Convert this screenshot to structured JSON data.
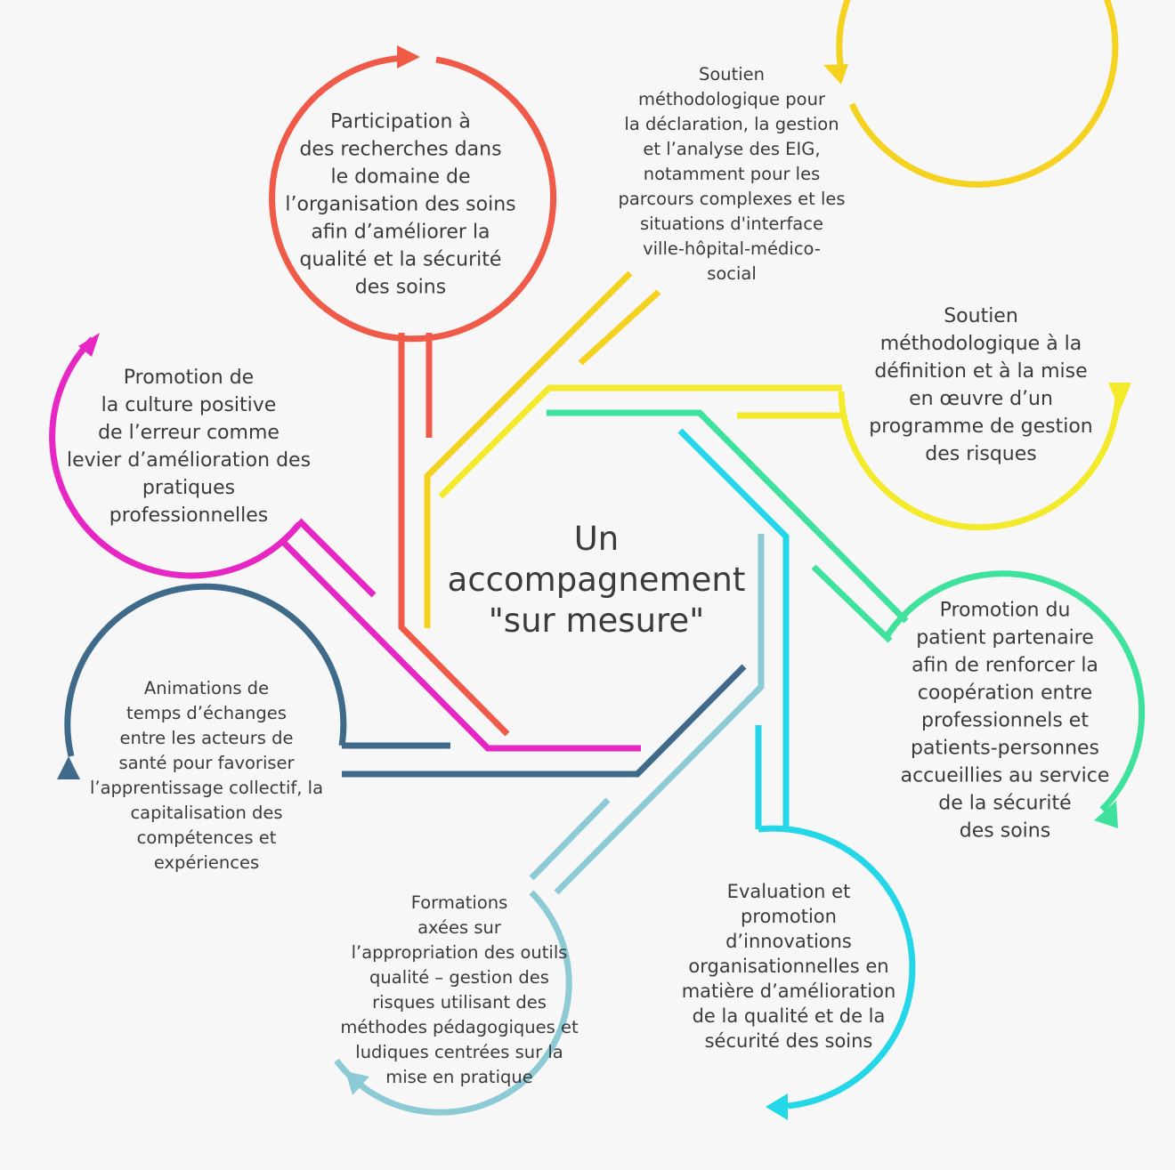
{
  "colors": {
    "red": "#f05a48",
    "gold": "#f5d21f",
    "yellow": "#f2ea2a",
    "green": "#3ee29c",
    "cyan": "#23d6e8",
    "light_blue": "#8ccbd6",
    "navy": "#3f6a89",
    "magenta": "#e627c3",
    "text": "#3b3b3b"
  },
  "center": {
    "lines": [
      "Un",
      "accompagnement",
      "\"sur mesure\""
    ]
  },
  "nodes": [
    {
      "id": "recherche",
      "color": "red",
      "lines": [
        "Participation à",
        "des recherches dans",
        "le domaine de",
        "l’organisation des soins",
        "afin d’améliorer la",
        "qualité et la sécurité",
        "des soins"
      ]
    },
    {
      "id": "eig",
      "color": "gold",
      "lines": [
        "Soutien",
        "méthodologique pour",
        "la déclaration, la gestion",
        "et l’analyse des EIG,",
        "notamment pour les",
        "parcours complexes et les",
        "situations d'interface",
        "ville-hôpital-médico-",
        "social"
      ]
    },
    {
      "id": "programme",
      "color": "yellow",
      "lines": [
        "Soutien",
        "méthodologique à la",
        "définition et à la mise",
        "en œuvre d’un",
        "programme de gestion",
        "des risques"
      ]
    },
    {
      "id": "patient",
      "color": "green",
      "lines": [
        "Promotion du",
        "patient partenaire",
        "afin de renforcer la",
        "coopération entre",
        "professionnels et",
        "patients-personnes",
        "accueillies au service",
        "de la sécurité",
        "des soins"
      ]
    },
    {
      "id": "innovations",
      "color": "cyan",
      "lines": [
        "Evaluation et",
        "promotion",
        "d’innovations",
        "organisationnelles en",
        "matière d’amélioration",
        "de la qualité et de la",
        "sécurité des soins"
      ]
    },
    {
      "id": "formations",
      "color": "light_blue",
      "lines": [
        "Formations",
        "axées sur",
        "l’appropriation des outils",
        "qualité – gestion des",
        "risques utilisant des",
        "méthodes pédagogiques et",
        "ludiques centrées sur la",
        "mise en pratique"
      ]
    },
    {
      "id": "animations",
      "color": "navy",
      "lines": [
        "Animations de",
        "temps d’échanges",
        "entre les acteurs de",
        "santé pour favoriser",
        "l’apprentissage collectif, la",
        "capitalisation des",
        "compétences et",
        "expériences"
      ]
    },
    {
      "id": "culture",
      "color": "magenta",
      "lines": [
        "Promotion de",
        "la culture positive",
        "de l’erreur comme",
        "levier d’amélioration des",
        "pratiques",
        "professionnelles"
      ]
    }
  ]
}
